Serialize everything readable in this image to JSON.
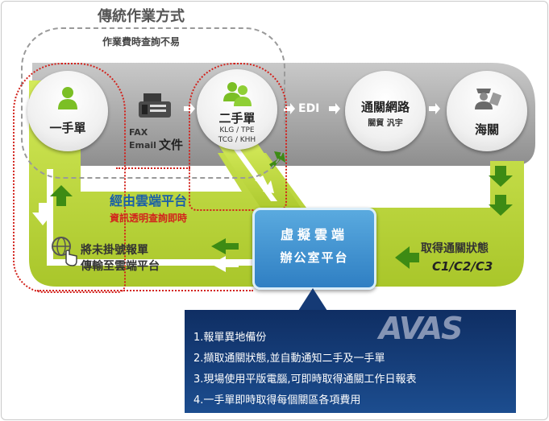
{
  "title": "傳統作業方式",
  "subtitle": "作業費時查詢不易",
  "nodes": {
    "first_hand": "一手單",
    "second_hand": "二手單",
    "second_hand_sub1": "KLG / TPE",
    "second_hand_sub2": "TCG / KHH",
    "network": "通關網路",
    "network_sub": "關貿 汎宇",
    "customs": "海關"
  },
  "fax_text": {
    "fax": "FAX",
    "email": "Email",
    "document": "文件"
  },
  "edi": "EDI",
  "cloud": {
    "line1": "虛擬雲端",
    "line2": "辦公室平台",
    "via_label": "經由雲端平台",
    "via_sub": "資訊透明查詢即時"
  },
  "upload": {
    "line1": "將未掛號報單",
    "line2": "傳輸至雲端平台"
  },
  "status": {
    "label": "取得通關狀態",
    "codes": "C1/C2/C3"
  },
  "logo": "AVAS",
  "features": [
    "1.報單異地備份",
    "2.擷取通關狀態,並自動通知二手及一手單",
    "3.現場使用平版電腦,可即時取得通關工作日報表",
    "4.一手單即時取得每個關區各項費用"
  ],
  "colors": {
    "green": "#b8d432",
    "gray": "#9a9a9a",
    "red_dash": "#d2221c",
    "cloud_blue": "#3b8fd0",
    "info_navy": "#153a75",
    "arrow_green": "#3d8b14"
  }
}
